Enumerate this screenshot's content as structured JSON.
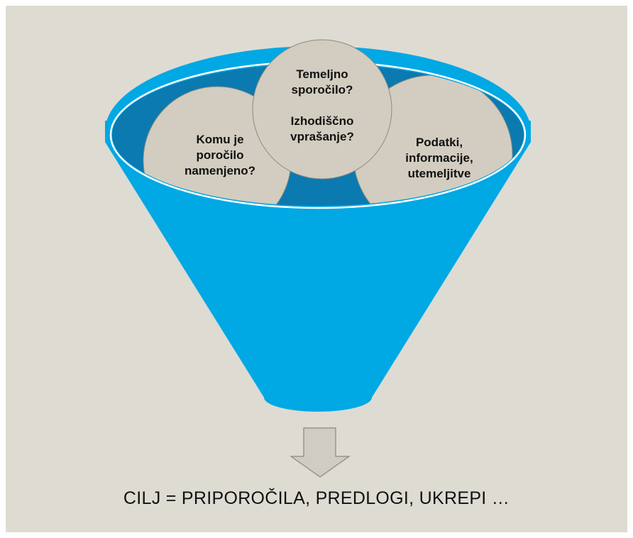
{
  "colors": {
    "background": "#dedbd3",
    "funnel_outer": "#00a8e4",
    "funnel_inner": "#0b7ab0",
    "funnel_rim": "#ffffff",
    "bubble": "#d2cdc0",
    "bubble_stroke": "#8f8a80",
    "arrow_fill": "#cfccc3",
    "arrow_stroke": "#8a8780",
    "text": "#111111"
  },
  "bubbles": {
    "left": {
      "text": "Komu je\nporočilo\nnamenjeno?"
    },
    "center": {
      "text": "Temeljno\nsporočilo?\n\nIzhodiščno\nvprašanje?"
    },
    "right": {
      "text": "Podatki,\ninformacije,\nutemeljitve"
    }
  },
  "goal": {
    "text": "CILJ = PRIPOROČILA, PREDLOGI, UKREPI …"
  },
  "icons": [
    "down-arrow-icon"
  ]
}
